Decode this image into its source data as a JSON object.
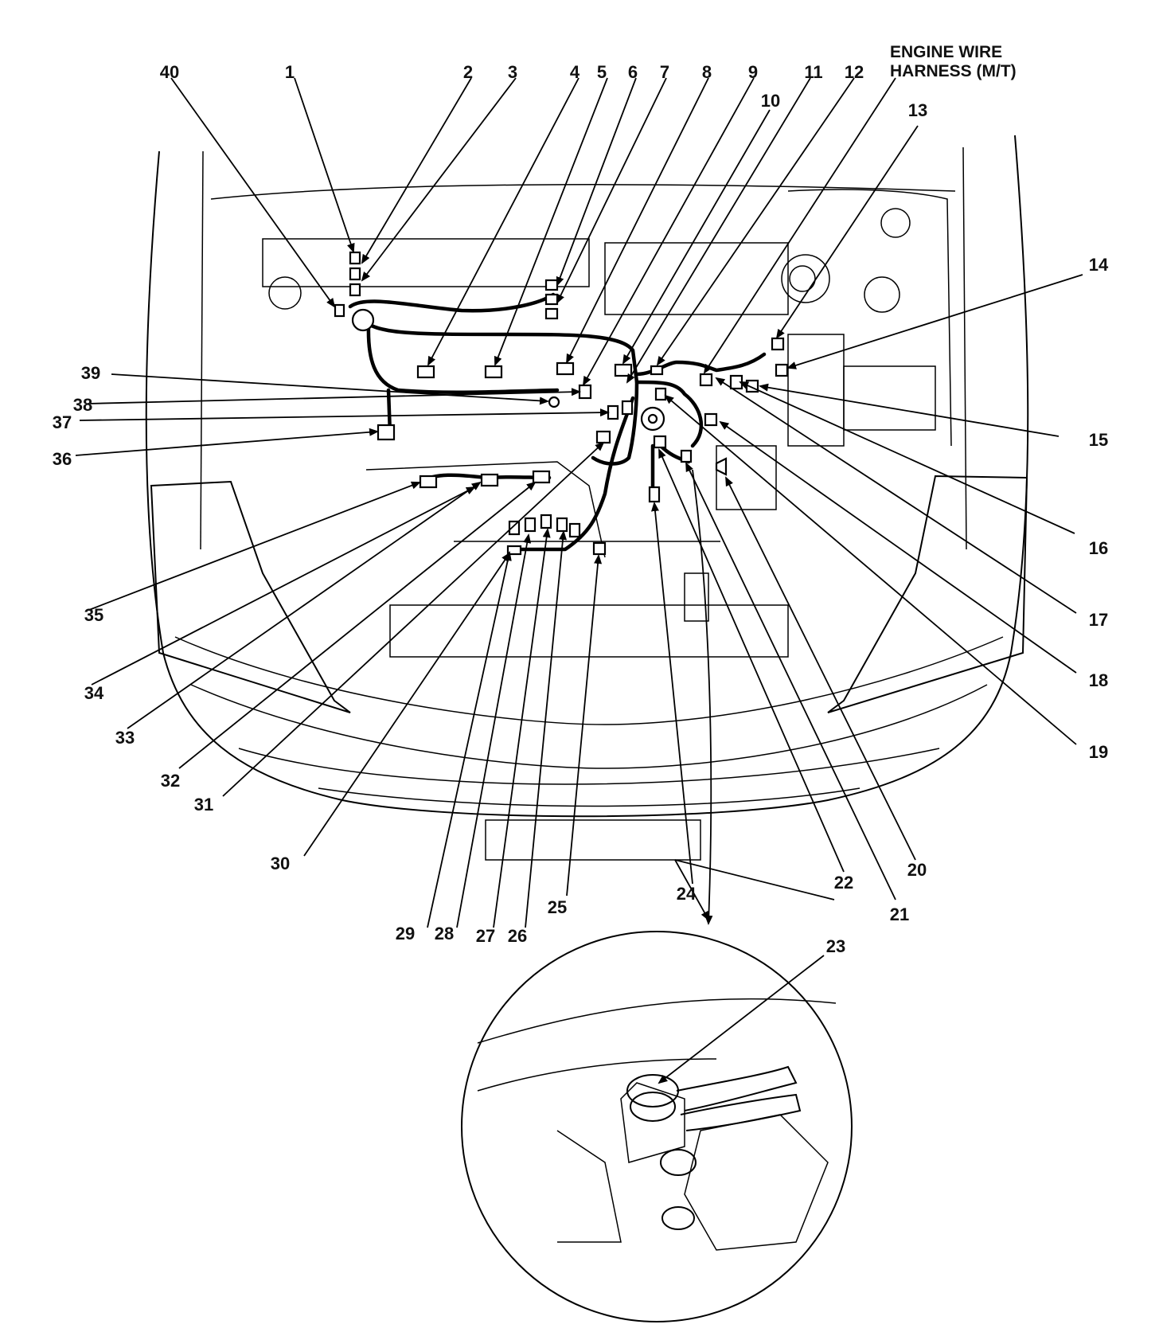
{
  "diagram": {
    "title_line1": "ENGINE WIRE",
    "title_line2": "HARNESS (M/T)",
    "callouts": [
      "1",
      "2",
      "3",
      "4",
      "5",
      "6",
      "7",
      "8",
      "9",
      "10",
      "11",
      "12",
      "13",
      "14",
      "15",
      "16",
      "17",
      "18",
      "19",
      "20",
      "21",
      "22",
      "23",
      "24",
      "25",
      "26",
      "27",
      "28",
      "29",
      "30",
      "31",
      "32",
      "33",
      "34",
      "35",
      "36",
      "37",
      "38",
      "39",
      "40"
    ]
  }
}
